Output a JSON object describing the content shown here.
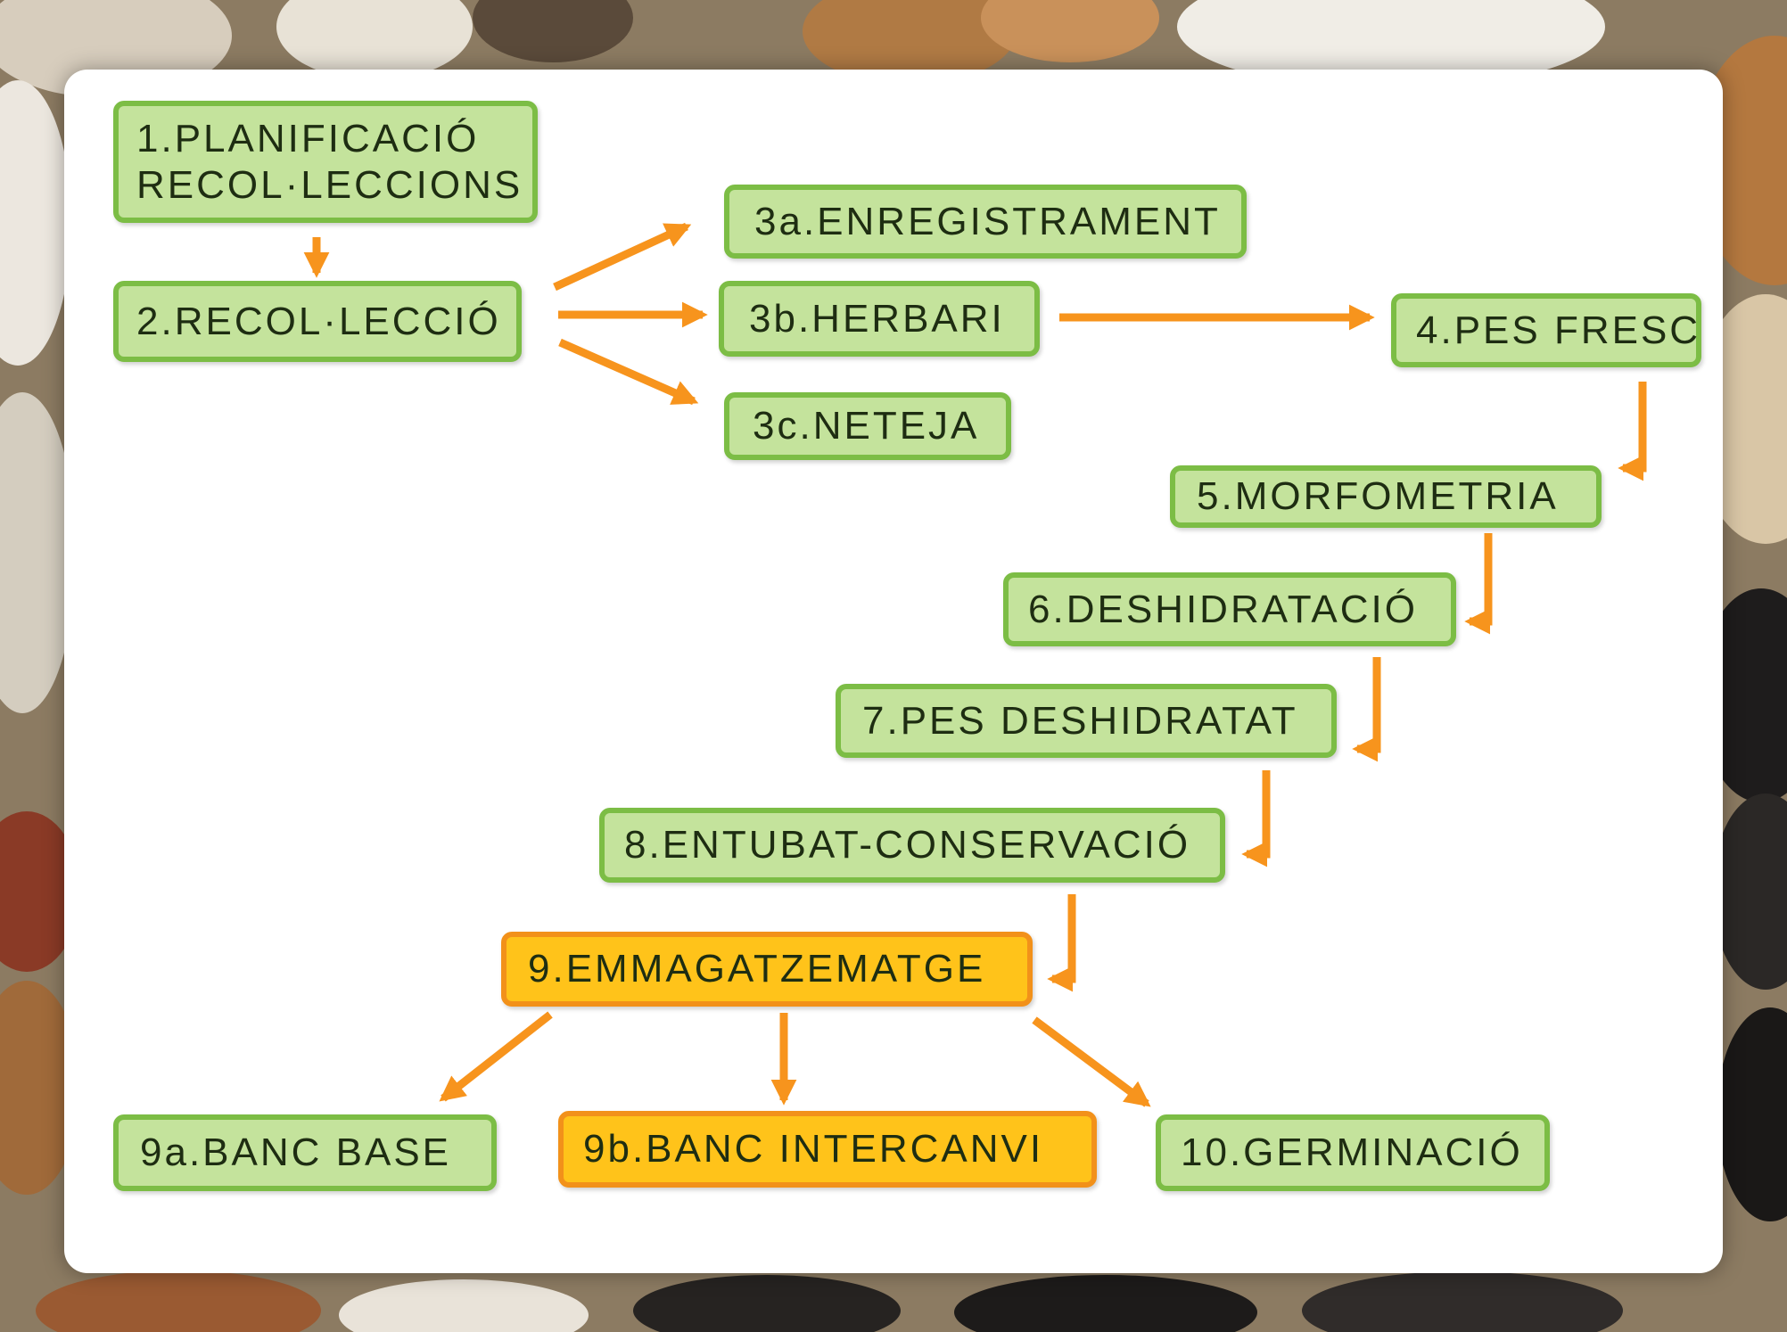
{
  "diagram": {
    "steps": {
      "s1": [
        "1.PLANIFICACIÓ",
        "RECOL·LECCIONS"
      ],
      "s2": "2.RECOL·LECCIÓ",
      "s3a": "3a.ENREGISTRAMENT",
      "s3b": "3b.HERBARI",
      "s3c": "3c.NETEJA",
      "s4": "4.PES FRESC",
      "s5": "5.MORFOMETRIA",
      "s6": "6.DESHIDRATACIÓ",
      "s7": "7.PES DESHIDRATAT",
      "s8": "8.ENTUBAT-CONSERVACIÓ",
      "s9": "9.EMMAGATZEMATGE",
      "s9a": "9a.BANC BASE",
      "s9b": "9b.BANC INTERCANVI",
      "s10": "10.GERMINACIÓ"
    },
    "colors": {
      "green_fill": "#c4e39c",
      "green_border": "#7cbd45",
      "orange_fill": "#ffc31a",
      "orange_border": "#f2911a",
      "arrow": "#f7941d",
      "card": "#ffffff"
    }
  }
}
